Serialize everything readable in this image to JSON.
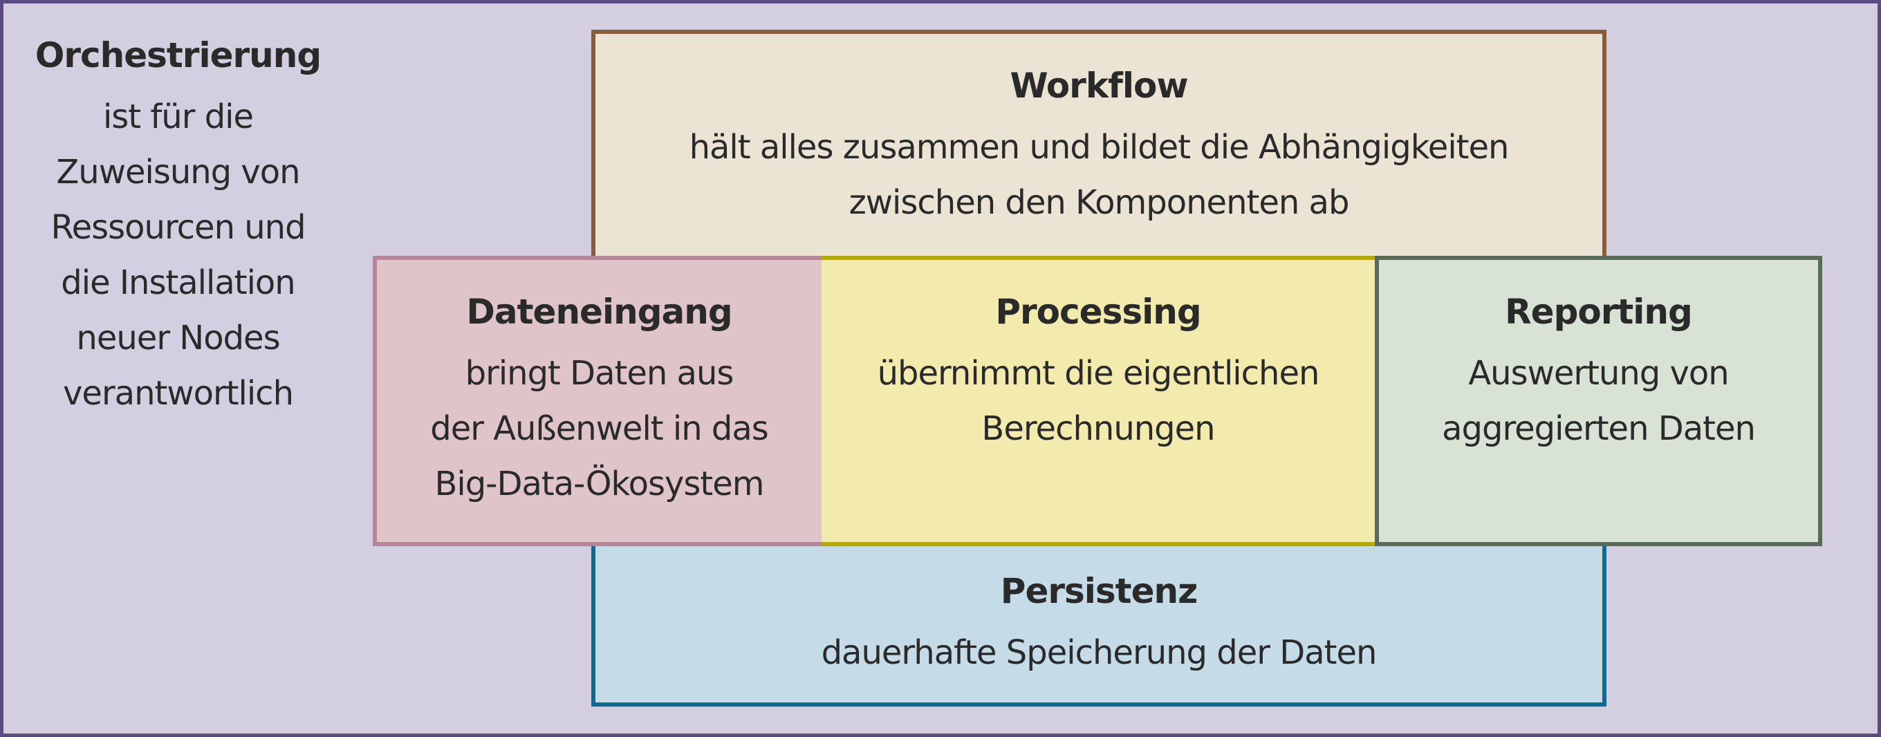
{
  "orchestration": {
    "title": "Orchestrierung",
    "text": "ist für die\nZuweisung von\nRessourcen und\ndie Installation\nneuer Nodes\nverantwortlich"
  },
  "workflow": {
    "title": "Workflow",
    "text": "hält alles zusammen und bildet die Abhängigkeiten\nzwischen den Komponenten ab"
  },
  "input": {
    "title": "Dateneingang",
    "text": "bringt Daten aus\nder Außenwelt in das\nBig-Data-Ökosystem"
  },
  "processing": {
    "title": "Processing",
    "text": "übernimmt die eigentlichen\nBerechnungen"
  },
  "reporting": {
    "title": "Reporting",
    "text": "Auswertung von\naggregierten Daten"
  },
  "persistence": {
    "title": "Persistenz",
    "text": "dauerhafte Speicherung der Daten"
  },
  "colors": {
    "frame": "#5b4b80",
    "workflow": "#8a5a3a",
    "input": "#b88598",
    "processing": "#b9a800",
    "reporting": "#586a58",
    "persistence": "#0f6a8e"
  }
}
